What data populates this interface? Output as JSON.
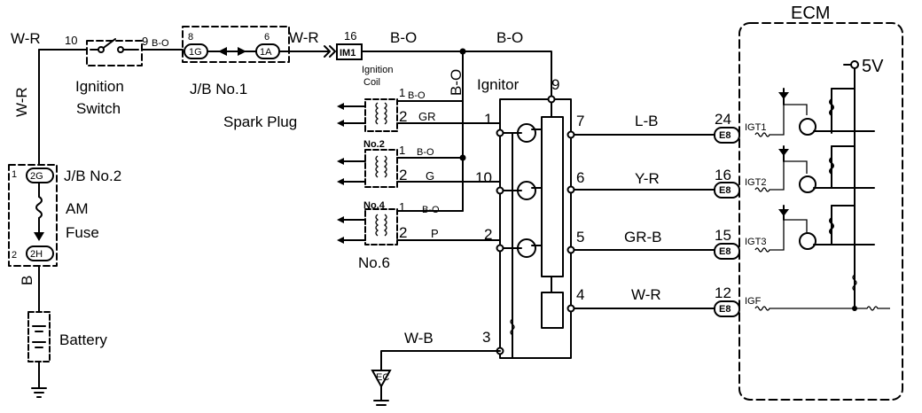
{
  "wires": {
    "w_r_top": "W-R",
    "w_r_left": "W-R",
    "b_o_small": "B-O",
    "w_r_jb": "W-R",
    "b_o_1": "B-O",
    "b_o_2": "B-O",
    "b_o_vert": "B-O",
    "coil1_b_o": "B-O",
    "gr": "GR",
    "coil2_b_o": "B-O",
    "g": "G",
    "coil3_b_o": "B-O",
    "p": "P",
    "b_left": "B",
    "w_b": "W-B",
    "l_b": "L-B",
    "y_r": "Y-R",
    "gr_b": "GR-B",
    "w_r_igf": "W-R"
  },
  "pins": {
    "sw10": "10",
    "sw9": "9",
    "jb8": "8",
    "jb6": "6",
    "im16": "16",
    "ign9": "9",
    "coil1_1": "1",
    "coil1_2": "2",
    "coil2_1": "1",
    "coil2_2": "2",
    "coil3_1": "1",
    "coil3_2": "2",
    "ign1": "1",
    "ign10": "10",
    "ign2": "2",
    "ign3": "3",
    "ign7": "7",
    "ign6": "6",
    "ign5": "5",
    "ign4": "4",
    "e24": "24",
    "e16": "16",
    "e15": "15",
    "e12": "12",
    "am1": "1",
    "am2": "2"
  },
  "connectors": {
    "c1g": "1G",
    "c1a": "1A",
    "im1": "IM1",
    "c2g": "2G",
    "c2h": "2H",
    "e8a": "E8",
    "e8b": "E8",
    "e8c": "E8",
    "e8d": "E8"
  },
  "labels": {
    "ignition_switch_1": "Ignition",
    "ignition_switch_2": "Switch",
    "jb1": "J/B No.1",
    "jb2": "J/B No.2",
    "am": "AM",
    "fuse": "Fuse",
    "battery": "Battery",
    "spark_plug": "Spark Plug",
    "ign_coil_1": "Ignition",
    "ign_coil_2": "Coil",
    "no2": "No.2",
    "no4": "No.4",
    "no6": "No.6",
    "ignitor": "Ignitor",
    "ecm": "ECM",
    "v5": "5V",
    "igt1": "IGT1",
    "igt2": "IGT2",
    "igt3": "IGT3",
    "igf": "IGF",
    "ec": "EC"
  }
}
